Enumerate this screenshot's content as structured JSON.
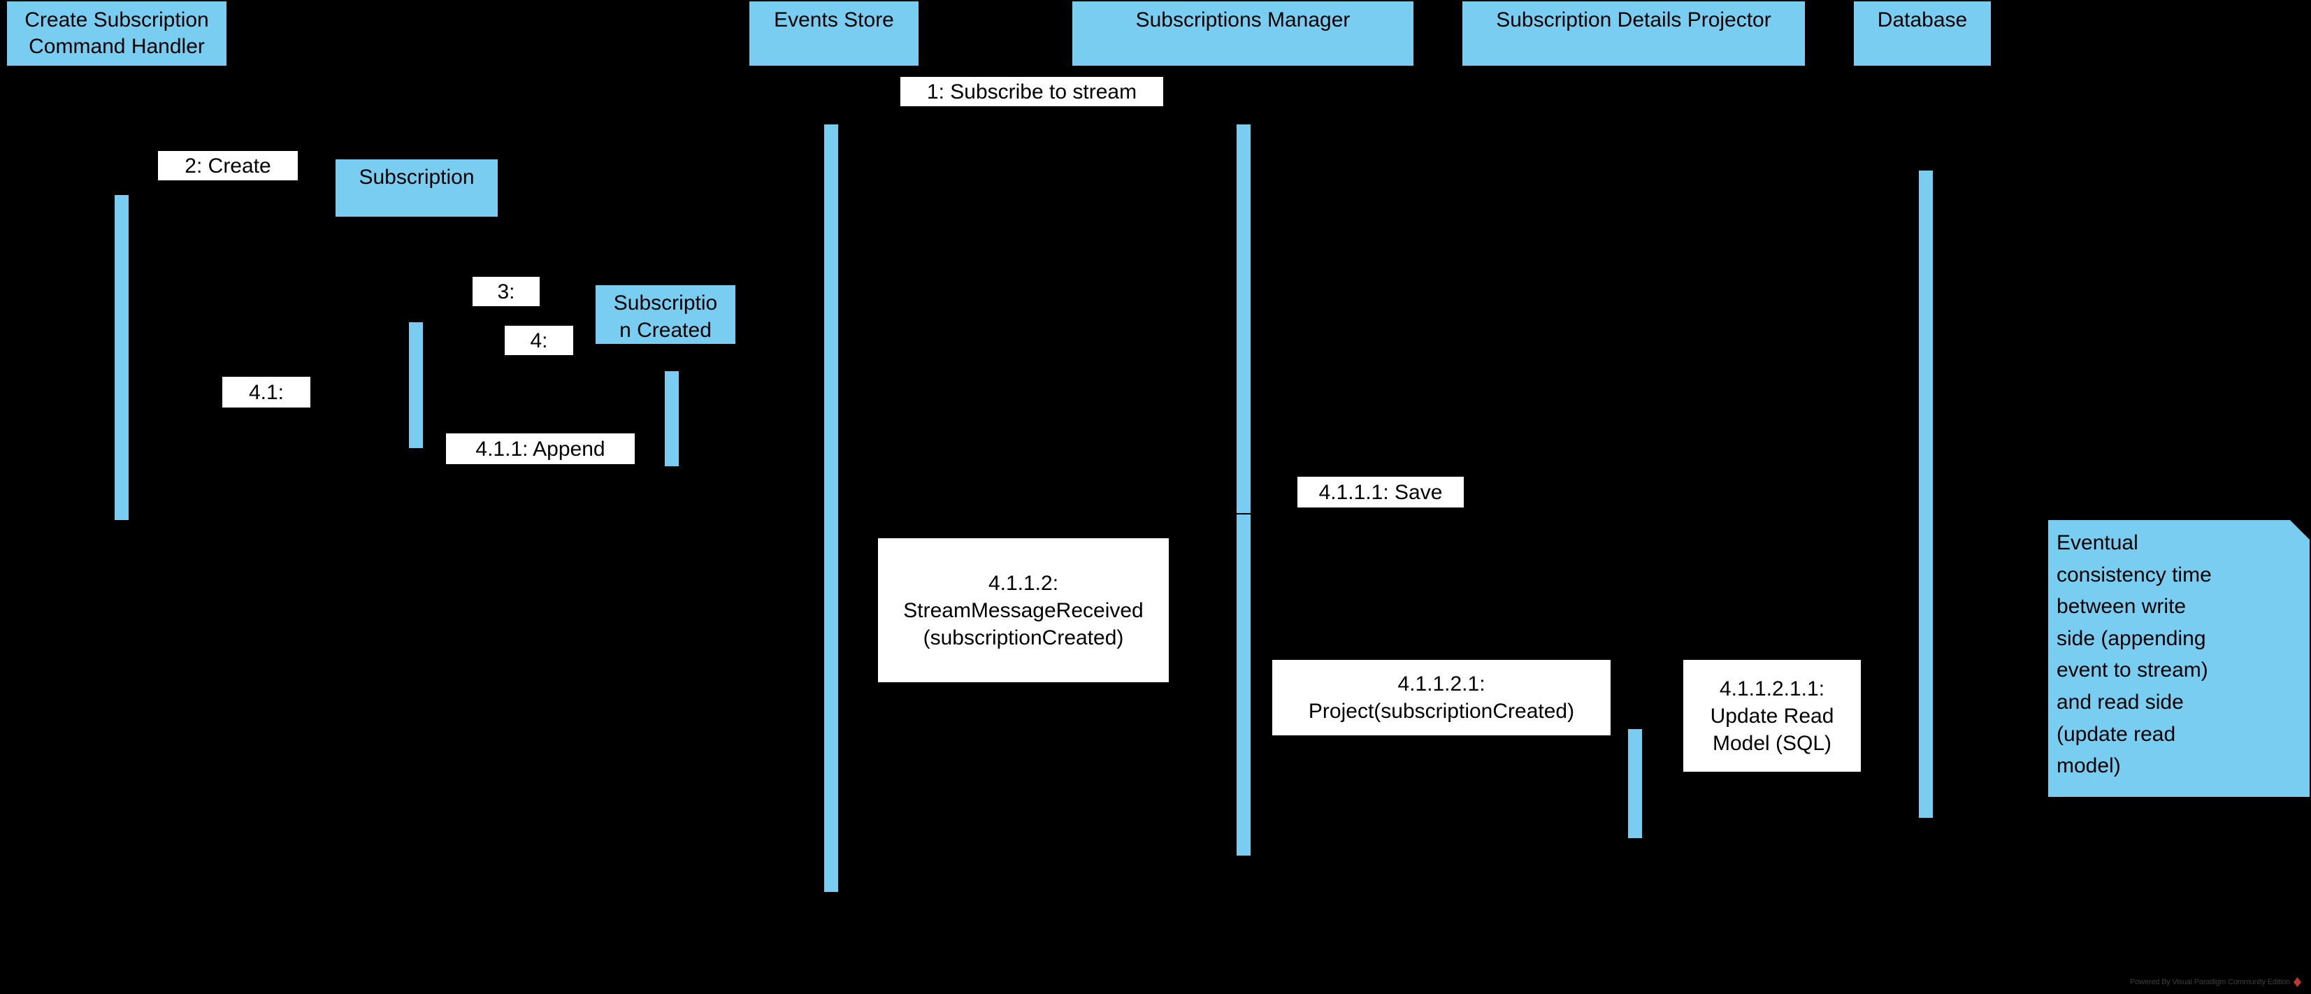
{
  "diagram": {
    "type": "uml-sequence-diagram",
    "tool_watermark": "Powered By Visual Paradigm Community Edition",
    "background_color": "#000000",
    "accent_color": "#79CDF0",
    "label_background": "#FFFFFF"
  },
  "participants": [
    {
      "id": "create-subscription-command-handler",
      "label": "Create Subscription\nCommand Handler"
    },
    {
      "id": "events-store",
      "label": "Events Store"
    },
    {
      "id": "subscriptions-manager",
      "label": "Subscriptions Manager"
    },
    {
      "id": "subscription-details-projector",
      "label": "Subscription Details Projector"
    },
    {
      "id": "database",
      "label": "Database"
    }
  ],
  "objects": [
    {
      "id": "subscription",
      "label": "Subscription"
    },
    {
      "id": "subscription-created",
      "label": "Subscriptio\nn Created"
    }
  ],
  "messages": [
    {
      "id": "m1",
      "label": "1: Subscribe to stream"
    },
    {
      "id": "m2",
      "label": "2: Create"
    },
    {
      "id": "m3",
      "label": "3:"
    },
    {
      "id": "m4",
      "label": "4:"
    },
    {
      "id": "m41",
      "label": "4.1:"
    },
    {
      "id": "m411",
      "label": "4.1.1: Append"
    },
    {
      "id": "m4111",
      "label": "4.1.1.1: Save"
    },
    {
      "id": "m4112",
      "label": "4.1.1.2:\nStreamMessageReceived\n(subscriptionCreated)"
    },
    {
      "id": "m41121",
      "label": "4.1.1.2.1:\nProject(subscriptionCreated)"
    },
    {
      "id": "m411211",
      "label": "4.1.1.2.1.1:\nUpdate Read\nModel (SQL)"
    }
  ],
  "notes": [
    {
      "id": "eventual-consistency-note",
      "label": "Eventual\nconsistency time\nbetween write\nside (appending\nevent to stream)\nand read side\n(update read\nmodel)"
    }
  ]
}
